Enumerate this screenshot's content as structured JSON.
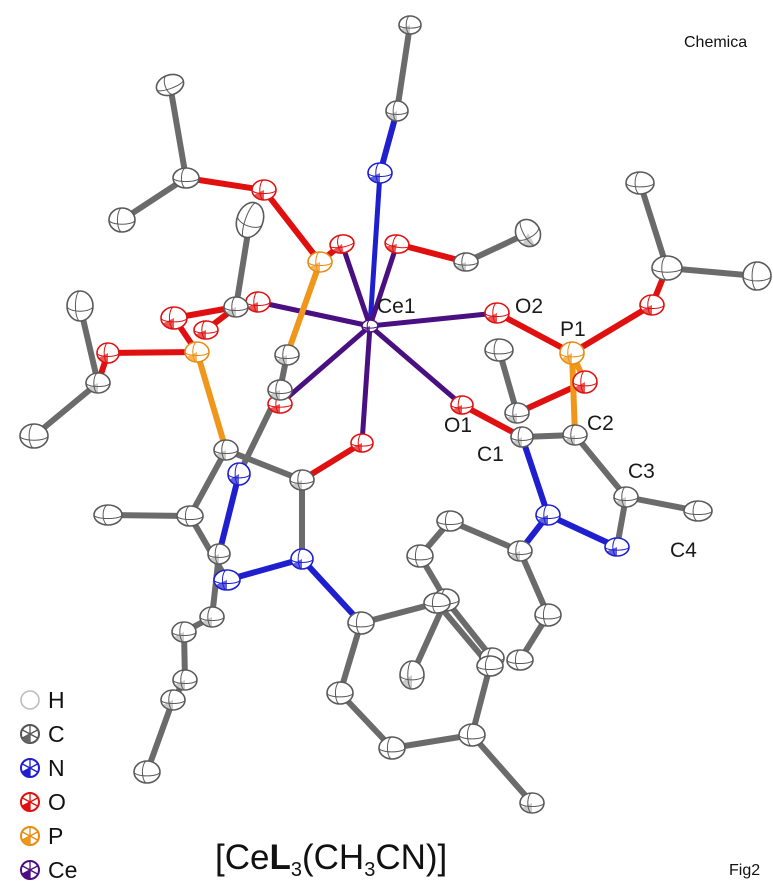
{
  "header": {
    "corner_text": "Chemica"
  },
  "footer": {
    "corner_text": "Fig2"
  },
  "legend": {
    "items": [
      {
        "element": "H",
        "color": "#bdbdbd",
        "fill": "#ffffff"
      },
      {
        "element": "C",
        "color": "#555555",
        "fill": "#9a9a9a"
      },
      {
        "element": "N",
        "color": "#1f1fd0",
        "fill": "#5a5aff"
      },
      {
        "element": "O",
        "color": "#e01010",
        "fill": "#ff5a5a"
      },
      {
        "element": "P",
        "color": "#e88a10",
        "fill": "#ffb040"
      },
      {
        "element": "Ce",
        "color": "#4a0f80",
        "fill": "#8a4ac0"
      }
    ]
  },
  "formula": {
    "prefix": "[Ce",
    "ligand": "L",
    "sub1": "3",
    "mid": "(CH",
    "sub2": "3",
    "suffix": "CN)]"
  },
  "atom_labels": {
    "ce1": "Ce1",
    "o1": "O1",
    "o2": "O2",
    "p1": "P1",
    "c1": "C1",
    "c2": "C2",
    "c3": "C3",
    "c4": "C4"
  },
  "colors": {
    "bond_c": "#6b6b6b",
    "bond_o": "#e01010",
    "bond_n": "#1f1fd0",
    "bond_p": "#f0961a",
    "bond_ce": "#4a0f80"
  }
}
